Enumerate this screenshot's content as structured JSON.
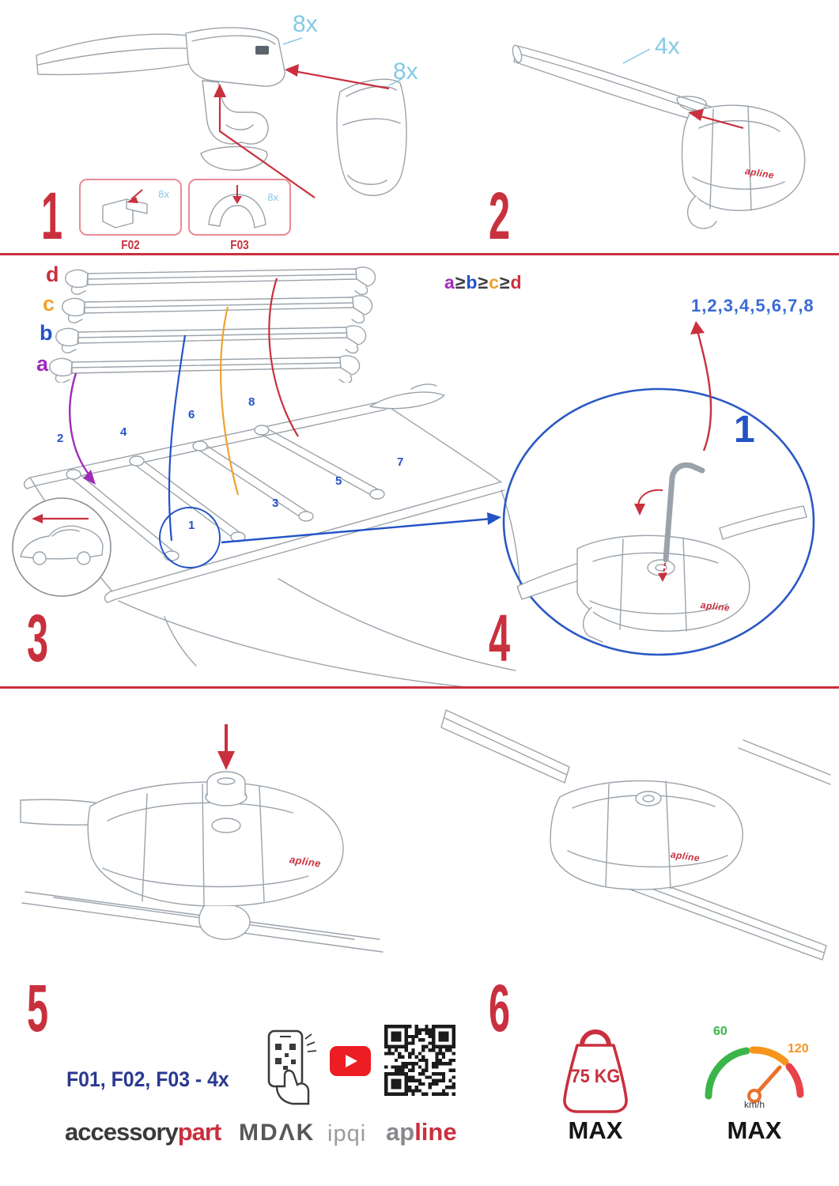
{
  "colors": {
    "red": "#c9303e",
    "blue": "#2453c6",
    "light_blue": "#85c9e6",
    "orange": "#f0a22e",
    "purple": "#a12bb8",
    "navy": "#2b3990",
    "sketch_gray": "#9aa3ab",
    "green": "#3bb54a",
    "youtube_red": "#ed1d24"
  },
  "step1": {
    "number": "1",
    "qty_cap": "8x",
    "qty_cover": "8x",
    "boxes": [
      {
        "label": "F02",
        "qty": "8x"
      },
      {
        "label": "F03",
        "qty": "8x"
      }
    ]
  },
  "step2": {
    "number": "2",
    "qty": "4x"
  },
  "step3": {
    "number": "3",
    "bar_labels": [
      "d",
      "c",
      "b",
      "a"
    ],
    "formula": [
      "a",
      "≥",
      "b",
      "≥",
      "c",
      "≥",
      "d"
    ],
    "positions": [
      "1",
      "2",
      "3",
      "4",
      "5",
      "6",
      "7",
      "8"
    ]
  },
  "step4": {
    "number": "4",
    "sequence": "1,2,3,4,5,6,7,8",
    "callout": "1"
  },
  "step5": {
    "number": "5"
  },
  "step6": {
    "number": "6"
  },
  "brand_small": "apline",
  "footer": {
    "parts": "F01, F02, F03 - 4x",
    "brands": {
      "accessory": "accessory",
      "part": "part",
      "mdak": "MDΛK",
      "ipqi": "ipqi",
      "apline_ap": "ap",
      "apline_line": "line"
    },
    "weight": {
      "value": "75 KG",
      "max": "MAX"
    },
    "speed": {
      "low": "60",
      "high": "120",
      "unit": "km/h",
      "max": "MAX"
    }
  }
}
